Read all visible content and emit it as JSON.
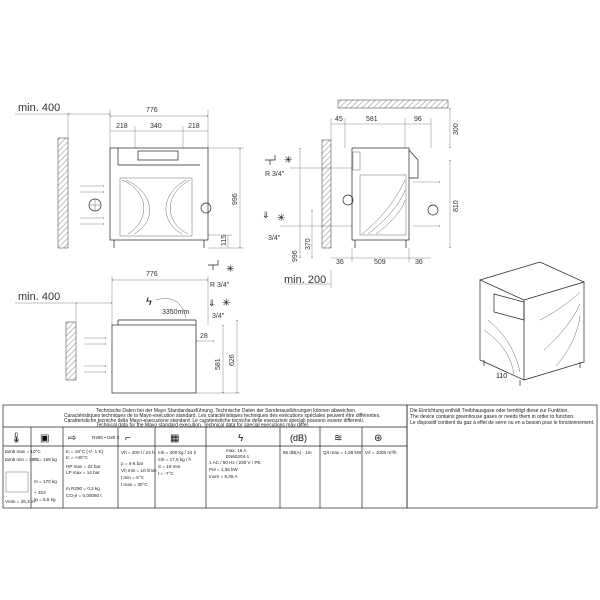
{
  "front_view": {
    "min_clearance": "min. 400",
    "width": "776",
    "segments": [
      "218",
      "340",
      "218"
    ],
    "height": "996",
    "foot_height": "115"
  },
  "side_view": {
    "top_dims": [
      "45",
      "581",
      "96"
    ],
    "top_clearance": "300",
    "right_height": "810",
    "left_heights": [
      "996",
      "370"
    ],
    "bottom_dims": [
      "36",
      "509",
      "36"
    ],
    "min_clearance": "min. 200",
    "water_in_label": "R 3/4\"",
    "drain_label": "3/4\""
  },
  "top_view": {
    "min_clearance": "min. 400",
    "width": "776",
    "water_in_label": "R 3/4\"",
    "drain_label": "3/4\"",
    "cable_length": "3350mm",
    "side_offset": "28",
    "depths": [
      "581",
      "626"
    ]
  },
  "iso_view": {
    "model_label": "110"
  },
  "table": {
    "header_lines": [
      "Technische Daten bei der Mayo Standardausführung.  Technische Daten der Sonderausführungen können abweichen.",
      "Caractéristiques techniques de la Mayo-exécution standard.  Les caractéristiques techniques des exécutions spéciales peuvent être différentes.",
      "Caratteristiche tecniche della Mayo-esecuzione standard.  Le caratteristiche tecniche delle esecuzioni speciali possono essere differenti.",
      "Technical data for the Mayo standard execution.  Technical data for special executions may differ."
    ],
    "note_lines": [
      "Die Einrichtung enthält Treibhausgase oder benötigt diese zur Funktion.",
      "The device contains greenhouse gases or needs them in order to function.",
      "Le dispositif contient du gaz à effet de serre ou en a besoin pour le fonctionnement."
    ],
    "col1": [
      "tamb max = 10°C",
      "tamb min = 38°C"
    ],
    "col1b": [
      "Vmin = 26,3 m³"
    ],
    "col2": [
      "m = 165 kg"
    ],
    "col2b": [
      "m = 170 kg"
    ],
    "col2c": [
      "+ 323",
      "m = 6,5 kg"
    ],
    "col3_top": "R290 • Delt 3",
    "col3": [
      "tc    = 18°C (+/- 1 K)",
      "tc    = +40°C",
      "HP max = 22 bar",
      "LP max = 14 bar",
      "m R290 = 0,2 kg",
      "CO₂e   = 0,00060 t"
    ],
    "col4": [
      "Vh = 400 l / 24 h",
      "p = 4-6 bar",
      "Vh min = 10 l/min",
      "t min = 5°C",
      "t max = 30°C"
    ],
    "col5": [
      "mh = 400 kg / 24 h",
      "mh = 17,5 kg / h",
      "S = 19 mm",
      "t = -7°C"
    ],
    "col6": [
      "max. 16 A",
      "EN60204-1",
      "1 AC / 50 Hz / 230 V / PE",
      "Pel = 1,36 kW",
      "Inom = 8,36 A"
    ],
    "col7": [
      "65 dB(A) - 1m"
    ],
    "col8": [
      "Q/t max = 1,59 kW"
    ],
    "col9": [
      "V/t = 1005 m³/h"
    ]
  }
}
